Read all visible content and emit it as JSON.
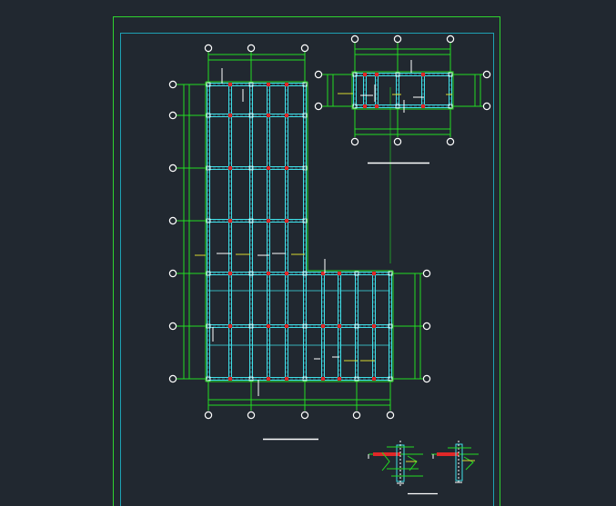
{
  "colors": {
    "background": "#212830",
    "outer_border": "#2fd42f",
    "inner_border": "#1ea1b4",
    "beam": "#3fe0e8",
    "dimension": "#22dd22",
    "axis_bubble": "#ffffff",
    "column": "#e02828",
    "annotation": "#d8d830"
  },
  "icons": {
    "axis_bubble": "circle-outline",
    "column_node": "small-square",
    "section_detail": "detail-block"
  }
}
